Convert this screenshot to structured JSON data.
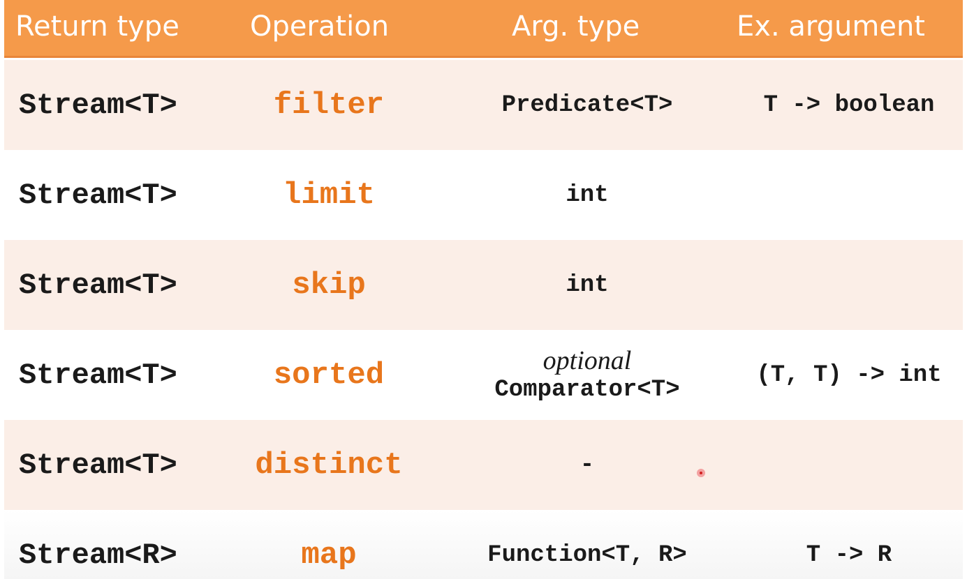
{
  "header": {
    "return_type": "Return type",
    "operation": "Operation",
    "arg_type": "Arg. type",
    "example": "Ex. argument"
  },
  "rows": [
    {
      "return_type": "Stream<T>",
      "operation": "filter",
      "arg_note": "",
      "arg_type": "Predicate<T>",
      "example": "T -> boolean"
    },
    {
      "return_type": "Stream<T>",
      "operation": "limit",
      "arg_note": "",
      "arg_type": "int",
      "example": ""
    },
    {
      "return_type": "Stream<T>",
      "operation": "skip",
      "arg_note": "",
      "arg_type": "int",
      "example": ""
    },
    {
      "return_type": "Stream<T>",
      "operation": "sorted",
      "arg_note": "optional",
      "arg_type": "Comparator<T>",
      "example": "(T, T) -> int"
    },
    {
      "return_type": "Stream<T>",
      "operation": "distinct",
      "arg_note": "",
      "arg_type": "-",
      "example": ""
    },
    {
      "return_type": "Stream<R>",
      "operation": "map",
      "arg_note": "",
      "arg_type": "Function<T, R>",
      "example": "T -> R"
    }
  ],
  "colors": {
    "header_bg": "#f59a4a",
    "operation_text": "#e8761c",
    "shaded_row": "#fbeee7"
  }
}
